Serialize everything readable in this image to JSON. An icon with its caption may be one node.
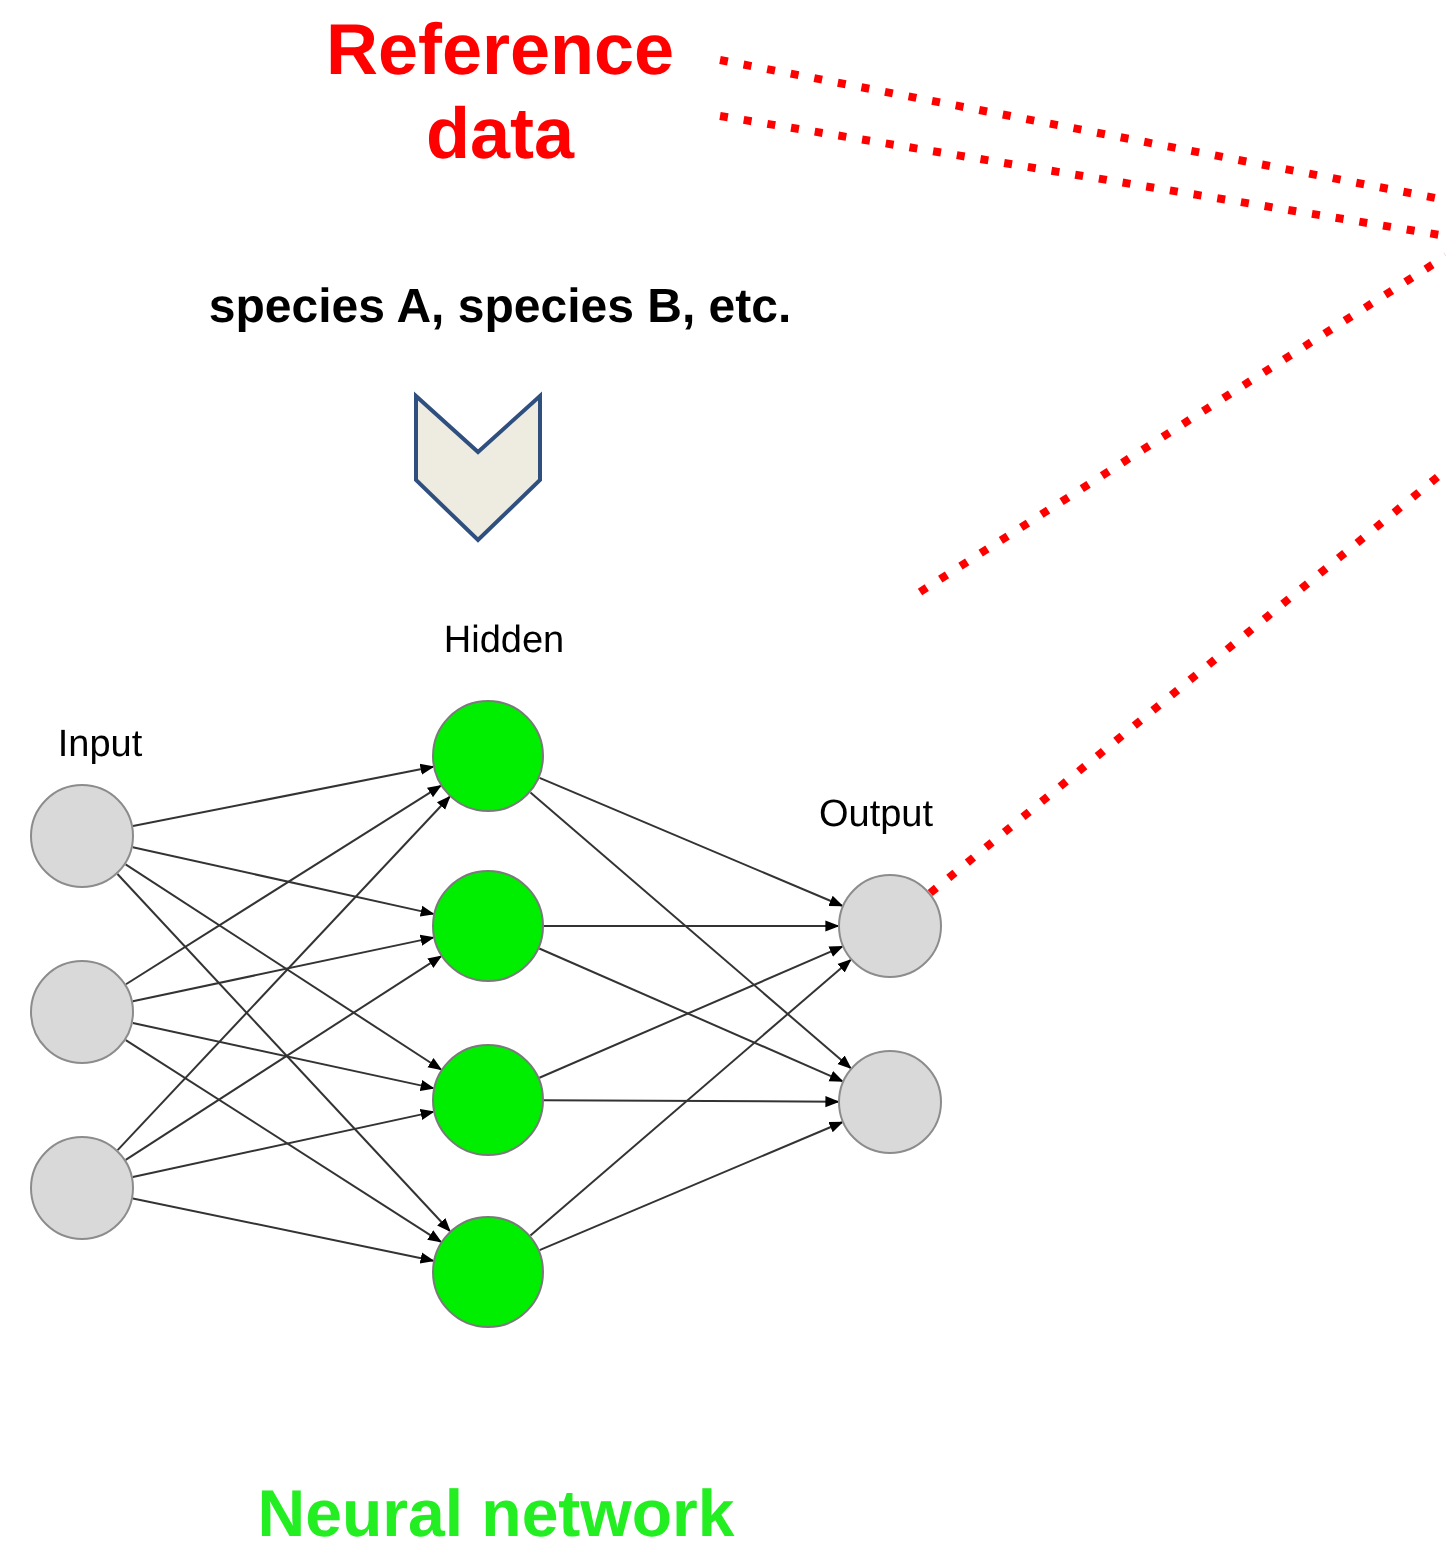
{
  "diagram": {
    "caption": "Neural network",
    "nodes": [
      {
        "text": [
          "Reference data"
        ]
      },
      {
        "text": [],
        "shape": "circle"
      },
      {
        "text": [],
        "shape": "circle"
      },
      {
        "text": [],
        "shape": "circle"
      },
      {
        "text": [],
        "shape": "circle"
      },
      {
        "text": [],
        "shape": "circle"
      },
      {
        "text": [],
        "shape": "circle"
      },
      {
        "text": [],
        "shape": "circle"
      },
      {
        "text": [],
        "shape": "circle"
      },
      {
        "text": [],
        "shape": "circle"
      }
    ],
    "edges": [
      {
        "from": 1,
        "to": 4,
        "arrow": "to"
      },
      {
        "from": 1,
        "to": 5,
        "arrow": "to"
      },
      {
        "from": 1,
        "to": 6,
        "arrow": "to"
      },
      {
        "from": 1,
        "to": 7,
        "arrow": "to"
      },
      {
        "from": 2,
        "to": 4,
        "arrow": "to"
      },
      {
        "from": 2,
        "to": 5,
        "arrow": "to"
      },
      {
        "from": 2,
        "to": 6,
        "arrow": "to"
      },
      {
        "from": 2,
        "to": 7,
        "arrow": "to"
      },
      {
        "from": 3,
        "to": 4,
        "arrow": "to"
      },
      {
        "from": 3,
        "to": 5,
        "arrow": "to"
      },
      {
        "from": 3,
        "to": 6,
        "arrow": "to"
      },
      {
        "from": 3,
        "to": 7,
        "arrow": "to"
      },
      {
        "from": 4,
        "to": 8,
        "arrow": "to"
      },
      {
        "from": 4,
        "to": 9,
        "arrow": "to"
      },
      {
        "from": 5,
        "to": 8,
        "arrow": "to"
      },
      {
        "from": 5,
        "to": 9,
        "arrow": "to"
      },
      {
        "from": 6,
        "to": 8,
        "arrow": "to"
      },
      {
        "from": 6,
        "to": 9,
        "arrow": "to"
      },
      {
        "from": 7,
        "to": 8,
        "arrow": "to"
      },
      {
        "from": 7,
        "to": 9,
        "arrow": "to"
      },
      {
        "from": 0,
        "to": null,
        "arrow": "none",
        "style": "dashed",
        "color": "#ff0000"
      },
      {
        "from": 0,
        "to": null,
        "arrow": "none",
        "style": "dashed",
        "color": "#ff0000"
      },
      {
        "from": 8,
        "to": null,
        "arrow": "none",
        "style": "dashed",
        "color": "#ff0000"
      }
    ],
    "labels": [
      "species A, species B, etc.",
      "Input",
      "Hidden",
      "Output"
    ]
  }
}
